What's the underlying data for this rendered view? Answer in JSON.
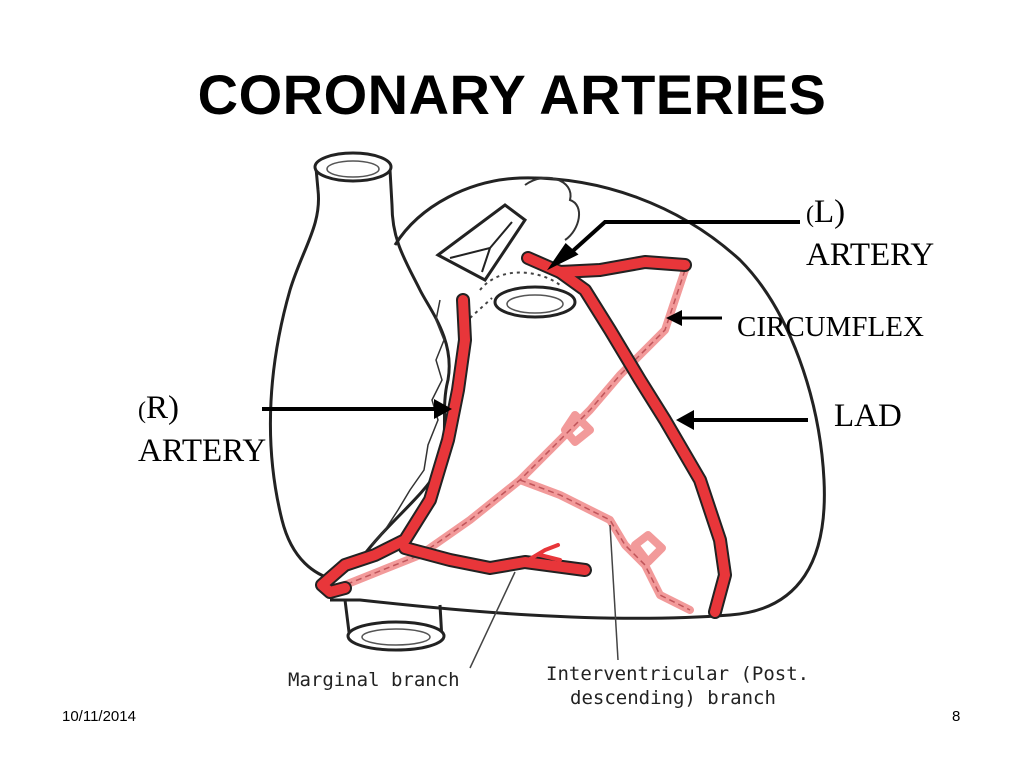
{
  "slide": {
    "title": "CORONARY ARTERIES",
    "date": "10/11/2014",
    "page_number": "8"
  },
  "labels": {
    "left_artery": {
      "open_paren": "(",
      "rest": "L)",
      "line2": "ARTERY"
    },
    "right_artery": {
      "open_paren": "(",
      "rest": "R)",
      "line2": "ARTERY"
    },
    "circumflex": "CIRCUMFLEX",
    "lad": "LAD"
  },
  "captions": {
    "marginal_branch": "Marginal branch",
    "interventricular_line1": "Interventricular (Post.",
    "interventricular_line2": "descending) branch"
  },
  "colors": {
    "artery_red": "#e8363a",
    "artery_pink": "#f29a9a",
    "outline": "#222222"
  }
}
